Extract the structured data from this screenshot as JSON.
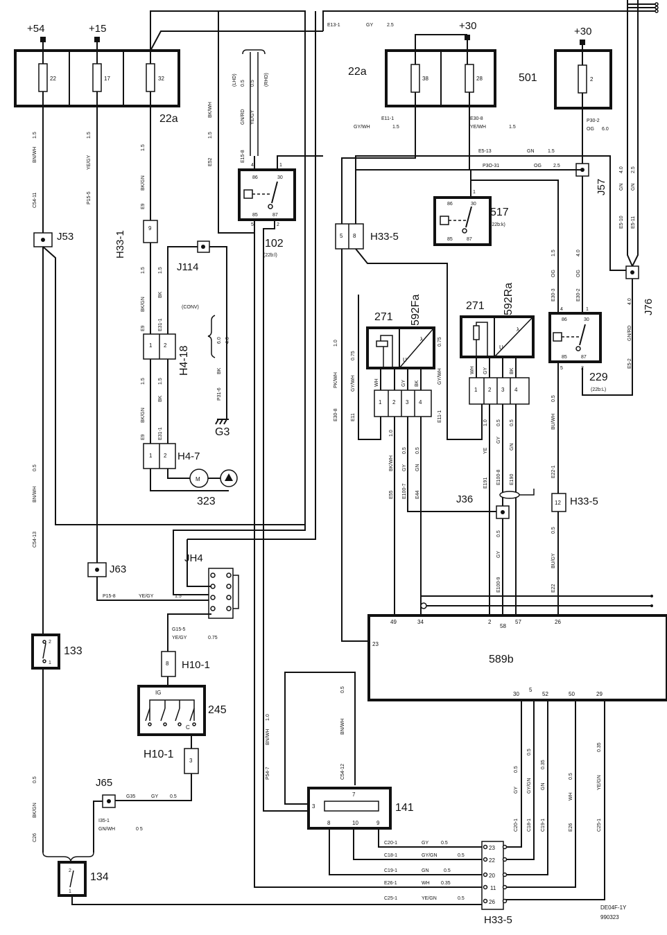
{
  "supply": {
    "p54": "+54",
    "p15": "+15",
    "p30a": "+30",
    "p30b": "+30"
  },
  "fuses": {
    "f22": "22",
    "f17": "17",
    "f32": "32",
    "f38": "38",
    "f28": "28",
    "f2": "2"
  },
  "components": {
    "c22a_top": "22a",
    "c22a_right": "22a",
    "c501": "501",
    "c517": "517",
    "c517_sub": "(22b:k)",
    "c102": "102",
    "c102_sub": "(22b:l)",
    "c229": "229",
    "c229_sub": "(22b:L)",
    "c271a": "271",
    "c592fa": "592Fa",
    "c271b": "271",
    "c592ra": "592Ra",
    "c323": "323",
    "c589b": "589b",
    "c245": "245",
    "c141": "141",
    "c133": "133",
    "c134": "134",
    "g3": "G3",
    "motor": "M",
    "u1": "U",
    "u2": "U",
    "ig": "IG",
    "c_letter": "C"
  },
  "connectors": {
    "j53": "J53",
    "j114": "J114",
    "j57": "J57",
    "j76": "J76",
    "j36": "J36",
    "j63": "J63",
    "j65": "J65",
    "jh4": "JH4",
    "h33_1": "H33-1",
    "h4_18": "H4-18",
    "h4_7": "H4-7",
    "h33_5a": "H33-5",
    "h33_5b": "H33-5",
    "h33_5c": "H33-5",
    "h10_1a": "H10-1",
    "h10_1b": "H10-1"
  },
  "wires": {
    "e13_1": "E13-1",
    "e13_gy": "GY",
    "e13_sz": "2.5",
    "e11_1": "E11-1",
    "e11_gywh": "GY/WH",
    "e11_sz": "1.5",
    "e30_8": "E30-8",
    "e30_yewh": "YE/WH",
    "e30_sz": "1.5",
    "e5_13": "E5-13",
    "e5_gn": "GN",
    "e5_sz": "1.5",
    "p30_31": "P3O-31",
    "p30_og": "OG",
    "p30_sz": "2.5",
    "p30_2": "P30-2",
    "p30_2og": "OG",
    "p30_2sz": "6.0",
    "c54_11": "C54-11",
    "c54_11c": "BN/WH",
    "c54_11s": "1.5",
    "p15_5": "P15-5",
    "p15_5c": "YE/GY",
    "p15_5s": "1.5",
    "e9_top": "E9",
    "e9_topc": "BK/GN",
    "e9_tops": "1.5",
    "e52": "E52",
    "e52c": "BK/WH",
    "e52s": "1.5",
    "e15_8": "E15-8",
    "lhd": "(LHD)",
    "rhd": "(RHD)",
    "gnrd": "GN/RD",
    "yegy": "YE/GY",
    "s05a": "0.5",
    "s05b": "0.5",
    "e31_1a": "E31-1",
    "e31_1b": "E31-1",
    "e9_mid": "E9",
    "e9_low": "E9",
    "bk1": "BK",
    "bk2": "BK",
    "bkgn1": "BK/GN",
    "bkgn2": "BK/GN",
    "s15_1": "1.5",
    "s15_2": "1.5",
    "s15_3": "1.5",
    "s15_4": "1.5",
    "conv": "(CONV)",
    "s60": "6.0",
    "s40": "4.0",
    "bk3": "BK",
    "p31_6": "P31-6",
    "e30_8b": "E30-8",
    "pkwh": "PK/WH",
    "s10a": "1.0",
    "e11": "E11",
    "gywh2": "GY/WH",
    "s075a": "0.75",
    "gywh3": "GY/WH",
    "s075b": "0.75",
    "e11_1b": "E11-1",
    "wh1": "WH",
    "gy1": "GY",
    "bk4": "BK",
    "wh2": "WH",
    "gy2": "GY",
    "bk5": "BK",
    "e55": "E55",
    "bkwh": "BK/WH",
    "s10b": "1.0",
    "e100_7": "E100-7",
    "gy3": "GY",
    "s05c": "0.5",
    "e44": "E44",
    "gn1": "GN",
    "s05d": "0.5",
    "e191": "E191",
    "ye1": "YE",
    "s10c": "1.0",
    "e100_8": "E100-8",
    "gy4": "GY",
    "s05e": "0.5",
    "e190": "E190",
    "gn2": "GN",
    "s05f": "0.5",
    "e30_3": "E30-3",
    "og1": "OG",
    "s15_5": "1.5",
    "e30_2": "E30-2",
    "og2": "OG",
    "s40b": "4.0",
    "e5_10": "E5-10",
    "gn3": "GN",
    "s40c": "4.0",
    "e5_11": "E5-11",
    "gn4": "GN",
    "s25": "2.5",
    "e5_2": "E5-2",
    "gnrd2": "GN/RD",
    "s40d": "4.0",
    "bu_wh": "BU/WH",
    "s05g": "0.5",
    "e22_1": "E22-1",
    "bugy": "BU/GY",
    "s05h": "0.5",
    "e22": "E22",
    "e100_9": "E100-9",
    "gy5": "GY",
    "s05i": "0.5",
    "c54_13": "C54-13",
    "c54_13c": "BN/WH",
    "c54_13s": "0.5",
    "p15_8": "P15-8",
    "p15_8c": "YE/GY",
    "p15_8s": "1.5",
    "g15_5": "G15-5",
    "g15_5c": "YE/GY",
    "g15_5s": "0.75",
    "p54_7": "P54-7",
    "p54_7c": "BN/WH",
    "p54_7s": "1.0",
    "c54_12": "C54-12",
    "c54_12c": "BN/WH",
    "c54_12s": "0.5",
    "g35": "G35",
    "g35c": "GY",
    "g35s": "0.5",
    "i35_1": "I35-1",
    "i35_1c": "GN/WH",
    "i35_1s": "0 5",
    "c26": "C26",
    "c26c": "BK/GN",
    "c26s": "0.5",
    "c20_1": "C20-1",
    "c20c": "GY",
    "c20s": "0.5",
    "c18_1": "C18-1",
    "c18c": "GY/GN",
    "c18s": "0.5",
    "c19_1": "C19-1",
    "c19c": "GN",
    "c19s": "0.5",
    "e26_1": "E26-1",
    "e26c": "WH",
    "e26s": "0.35",
    "c25_1": "C25-1",
    "c25c": "YE/GN",
    "c25s": "0.5",
    "v_c20": "C20-1",
    "v_gy": "GY",
    "v_05a": "0.5",
    "v_c18": "C18-1",
    "v_gygn": "GY/GN",
    "v_05b": "0.5",
    "v_c19": "C19-1",
    "v_gn": "GN",
    "v_035a": "0.35",
    "v_e26": "E26",
    "v_wh": "WH",
    "v_05c": "0.5",
    "v_c25": "C25-1",
    "v_yegn": "YE/GN",
    "v_035b": "0.35"
  },
  "pins": {
    "r102_86": "86",
    "r102_30": "30",
    "r102_85": "85",
    "r102_87": "87",
    "r102_4": "4",
    "r102_1": "1",
    "r102_5": "5",
    "r102_2": "2",
    "r517_86": "86",
    "r517_30": "30",
    "r517_85": "85",
    "r517_87": "87",
    "r517_1": "1",
    "r229_86": "86",
    "r229_30": "30",
    "r229_85": "85",
    "r229_87": "87",
    "r229_4": "4",
    "r229_1": "1",
    "r229_5": "5",
    "r229_2": "2",
    "h33_1_9": "9",
    "h33_5_5": "5",
    "h33_5_8": "8",
    "h4_18_1": "1",
    "h4_18_2": "2",
    "h4_7_1": "1",
    "h4_7_2": "2",
    "f_1": "1",
    "f_2": "2",
    "f_3": "3",
    "f_4": "4",
    "r_1": "1",
    "r_2": "2",
    "r_3": "3",
    "r_4": "4",
    "h33_12": "12",
    "h10_8": "8",
    "h10_3": "3",
    "p589_49": "49",
    "p589_34": "34",
    "p589_2": "2",
    "p589_58": "58",
    "p589_57": "57",
    "p589_26": "26",
    "p589_23": "23",
    "p589_30": "30",
    "p589_5": "5",
    "p589_52": "52",
    "p589_50": "50",
    "p589_29": "29",
    "p141_3": "3",
    "p141_7": "7",
    "p141_8": "8",
    "p141_10": "10",
    "p141_9": "9",
    "h_23": "23",
    "h_22": "22",
    "h_20": "20",
    "h_11": "11",
    "h_26": "26",
    "s133_2": "2",
    "s133_1": "1",
    "s134_2": "2",
    "s134_1": "1"
  },
  "footer": {
    "code": "DE04F-1Y",
    "date": "990323"
  }
}
